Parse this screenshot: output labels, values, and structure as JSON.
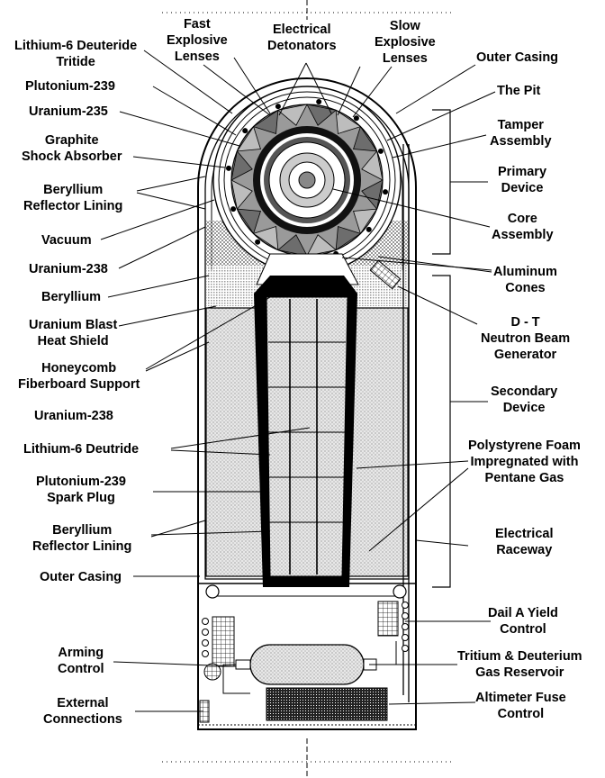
{
  "labels": {
    "fast_lenses": [
      "Fast",
      "Explosive",
      "Lenses"
    ],
    "detonators": [
      "Electrical",
      "Detonators"
    ],
    "slow_lenses": [
      "Slow",
      "Explosive",
      "Lenses"
    ],
    "outer_casing_top": [
      "Outer Casing"
    ],
    "lithium6_tritide": [
      "Lithium-6 Deuteride",
      "Tritide"
    ],
    "pu239": [
      "Plutonium-239"
    ],
    "u235": [
      "Uranium-235"
    ],
    "graphite": [
      "Graphite",
      "Shock Absorber"
    ],
    "be_reflector_top": [
      "Beryllium",
      "Reflector Lining"
    ],
    "vacuum": [
      "Vacuum"
    ],
    "u238_top": [
      "Uranium-238"
    ],
    "beryllium": [
      "Beryllium"
    ],
    "blast_shield": [
      "Uranium Blast",
      "Heat Shield"
    ],
    "honeycomb": [
      "Honeycomb",
      "Fiberboard Support"
    ],
    "u238_low": [
      "Uranium-238"
    ],
    "li6_deutride": [
      "Lithium-6 Deutride"
    ],
    "spark_plug": [
      "Plutonium-239",
      "Spark Plug"
    ],
    "be_reflector_low": [
      "Beryllium",
      "Reflector Lining"
    ],
    "outer_casing_low": [
      "Outer Casing"
    ],
    "arming": [
      "Arming",
      "Control"
    ],
    "external": [
      "External",
      "Connections"
    ],
    "the_pit": [
      "The Pit"
    ],
    "tamper": [
      "Tamper",
      "Assembly"
    ],
    "primary": [
      "Primary",
      "Device"
    ],
    "core": [
      "Core",
      "Assembly"
    ],
    "aluminum": [
      "Aluminum",
      "Cones"
    ],
    "dt_gen": [
      "D - T",
      "Neutron Beam",
      "Generator"
    ],
    "secondary": [
      "Secondary",
      "Device"
    ],
    "foam": [
      "Polystyrene Foam",
      "Impregnated with",
      "Pentane Gas"
    ],
    "raceway": [
      "Electrical",
      "Raceway"
    ],
    "yield": [
      "Dail A Yield",
      "Control"
    ],
    "reservoir": [
      "Tritium & Deuterium",
      "Gas Reservoir"
    ],
    "altimeter": [
      "Altimeter Fuse",
      "Control"
    ]
  }
}
